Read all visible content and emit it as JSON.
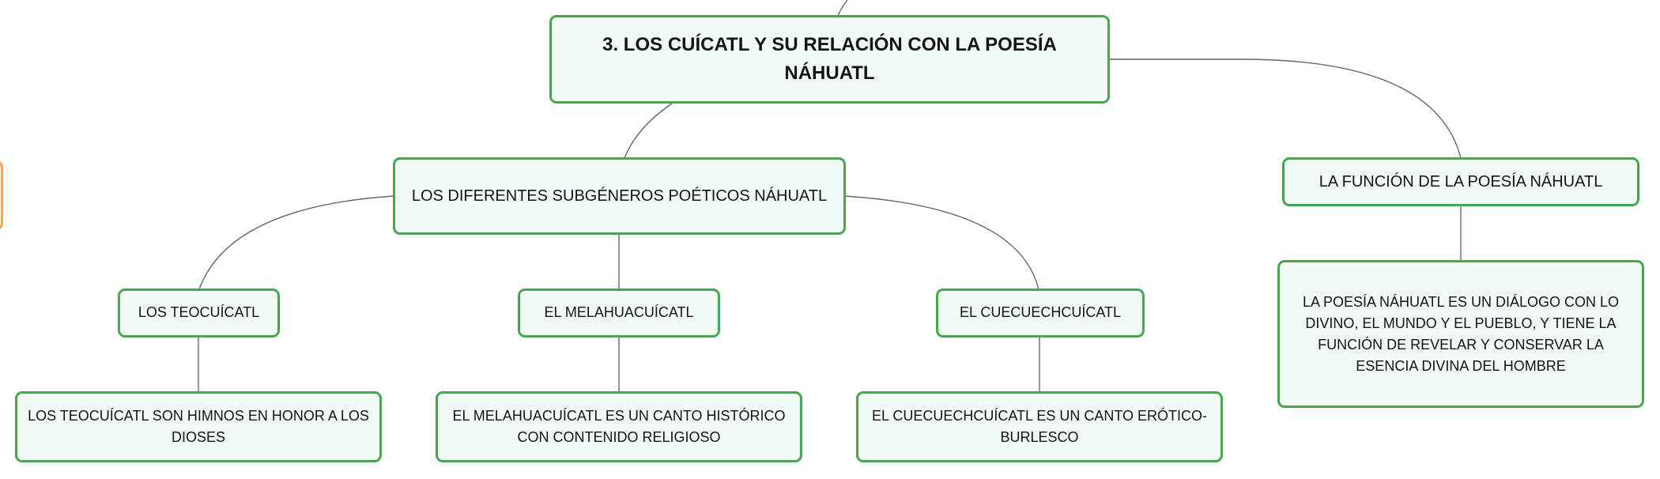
{
  "main_topic": "3. LOS CUÍCATL Y SU RELACIÓN CON LA POESÍA NÁHUATL",
  "subtopics": {
    "subgeneros": "LOS DIFERENTES SUBGÉNEROS POÉTICOS NÁHUATL",
    "funcion": "LA FUNCIÓN DE LA POESÍA NÁHUATL"
  },
  "subgeneros": [
    {
      "label": "LOS TEOCUÍCATL",
      "detail": "LOS TEOCUÍCATL SON HIMNOS EN HONOR A LOS DIOSES"
    },
    {
      "label": "EL MELAHUACUÍCATL",
      "detail": "EL MELAHUACUÍCATL ES UN CANTO HISTÓRICO CON CONTENIDO RELIGIOSO"
    },
    {
      "label": "EL CUECUECHCUÍCATL",
      "detail": "EL CUECUECHCUÍCATL ES UN CANTO ERÓTICO-BURLESCO"
    }
  ],
  "funcion_detail": "LA POESÍA NÁHUATL ES UN DIÁLOGO CON LO DIVINO, EL MUNDO Y EL PUEBLO, Y TIENE LA FUNCIÓN DE REVELAR Y CONSERVAR LA ESENCIA DIVINA DEL HOMBRE",
  "colors": {
    "node_border": "#46a651",
    "node_fill": "#f2faf4",
    "connector": "#666666",
    "offscreen_node_border": "#f2a84a"
  }
}
